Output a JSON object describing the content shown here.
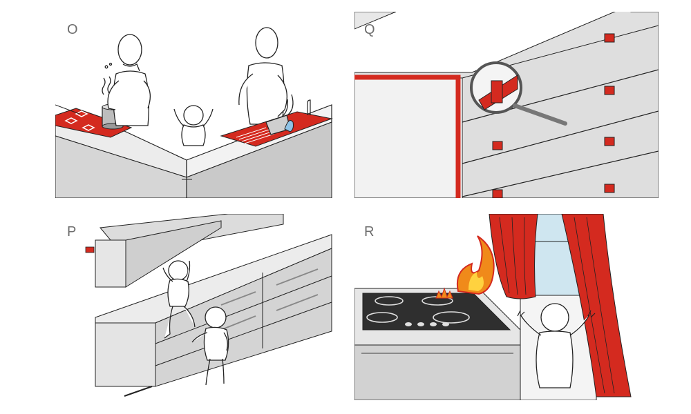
{
  "panels": {
    "o": {
      "label": "O"
    },
    "q": {
      "label": "Q"
    },
    "p": {
      "label": "P"
    },
    "r": {
      "label": "R"
    }
  },
  "colors": {
    "hazard_red": "#d42a1f",
    "cabinet_gray": "#d8d8d8",
    "counter_light": "#efefef",
    "outline": "#222222",
    "flame_orange": "#f08a1a",
    "window_blue": "#cfe6f0"
  }
}
